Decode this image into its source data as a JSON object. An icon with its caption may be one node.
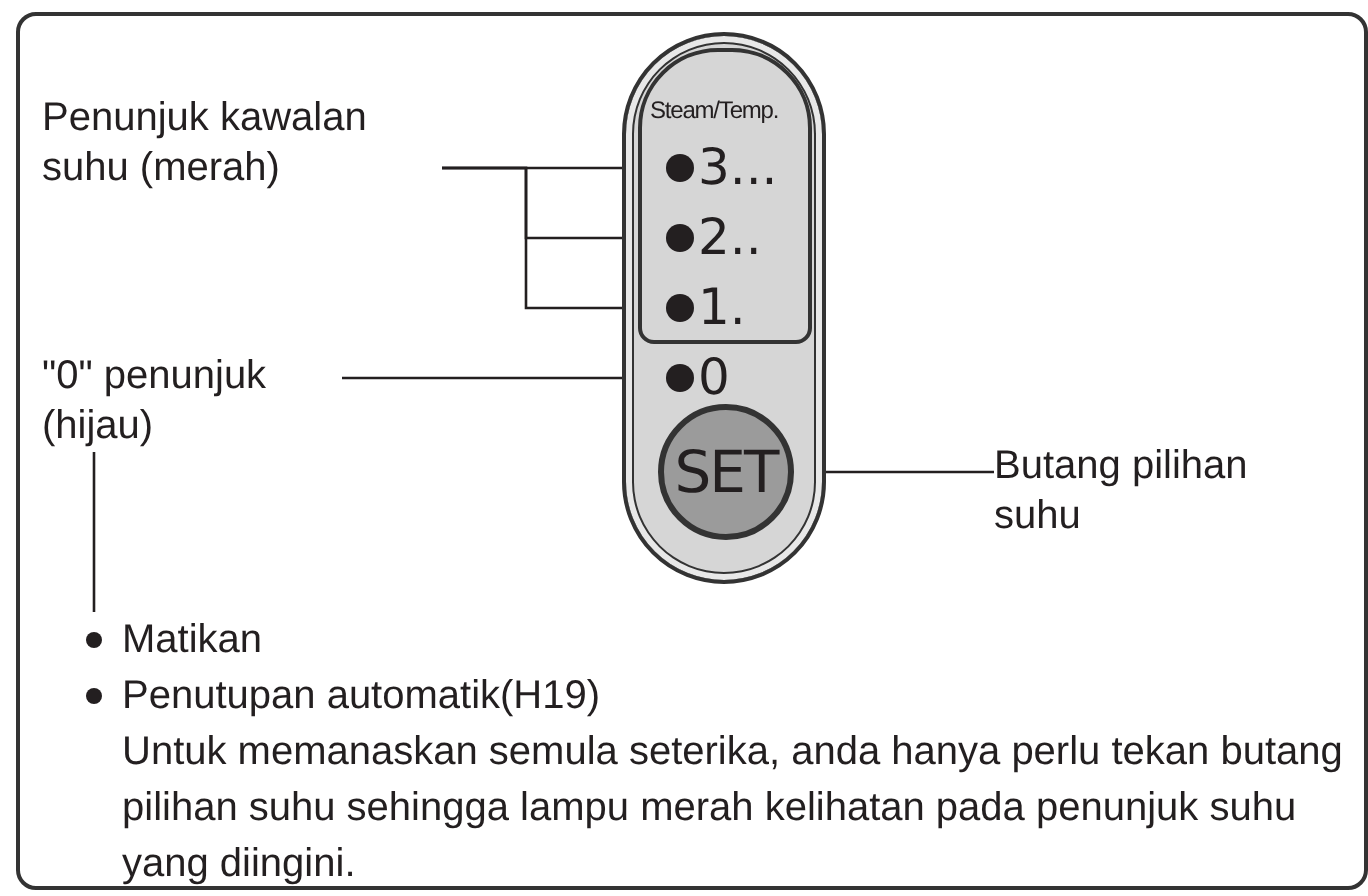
{
  "diagram": {
    "nodes": [
      {
        "text": [
          "Penunjuk kawalan suhu (merah)"
        ]
      },
      {
        "text": [
          "\"0\" penunjuk (hijau)"
        ]
      },
      {
        "text": [],
        "shape": "box"
      },
      {
        "text": [
          "Steam/Temp."
        ],
        "in": 2
      },
      {
        "text": [
          "3..."
        ],
        "in": 3
      },
      {
        "text": [
          "2.."
        ],
        "in": 3
      },
      {
        "text": [
          "1."
        ],
        "in": 3
      },
      {
        "text": [
          "0"
        ],
        "in": 2
      },
      {
        "text": [
          "SET"
        ],
        "in": 2
      },
      {
        "text": [
          "Butang pilihan suhu"
        ]
      },
      {
        "text": [
          "Matikan",
          "Penutupan automatik(H19)",
          "Untuk memanaskan semula seterika, anda hanya perlu tekan butang pilihan suhu sehingga lampu merah kelihatan pada penunjuk suhu yang diingini."
        ]
      }
    ],
    "edges": [
      {
        "from": 0,
        "to": 4,
        "arrow": "none"
      },
      {
        "from": 0,
        "to": 5,
        "arrow": "none"
      },
      {
        "from": 0,
        "to": 6,
        "arrow": "none"
      },
      {
        "from": 1,
        "to": 7,
        "arrow": "none"
      },
      {
        "from": 9,
        "to": 8,
        "arrow": "none"
      },
      {
        "from": 1,
        "to": 10,
        "arrow": "none"
      }
    ]
  }
}
